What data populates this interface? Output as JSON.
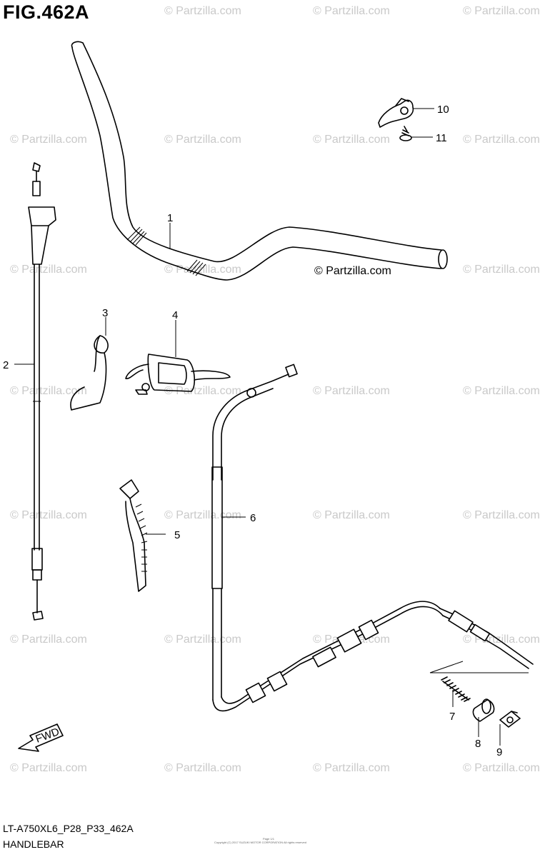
{
  "figure": {
    "title": "FIG.462A",
    "code": "LT-A750XL6_P28_P33_462A",
    "name": "HANDLEBAR",
    "fine_print": [
      "Page 1/1",
      "Copyright (C) 2017 SUZUKI MOTOR CORPORATION All rights reserved"
    ]
  },
  "watermark": {
    "text": "© Partzilla.com",
    "main_text": "© Partzilla.com"
  },
  "callouts": [
    "1",
    "2",
    "3",
    "4",
    "5",
    "6",
    "7",
    "8",
    "9",
    "10",
    "11"
  ],
  "fwd_arrow_text": "FWD",
  "colors": {
    "line": "#000000",
    "watermark": "#c9c9c9",
    "background": "#ffffff"
  }
}
